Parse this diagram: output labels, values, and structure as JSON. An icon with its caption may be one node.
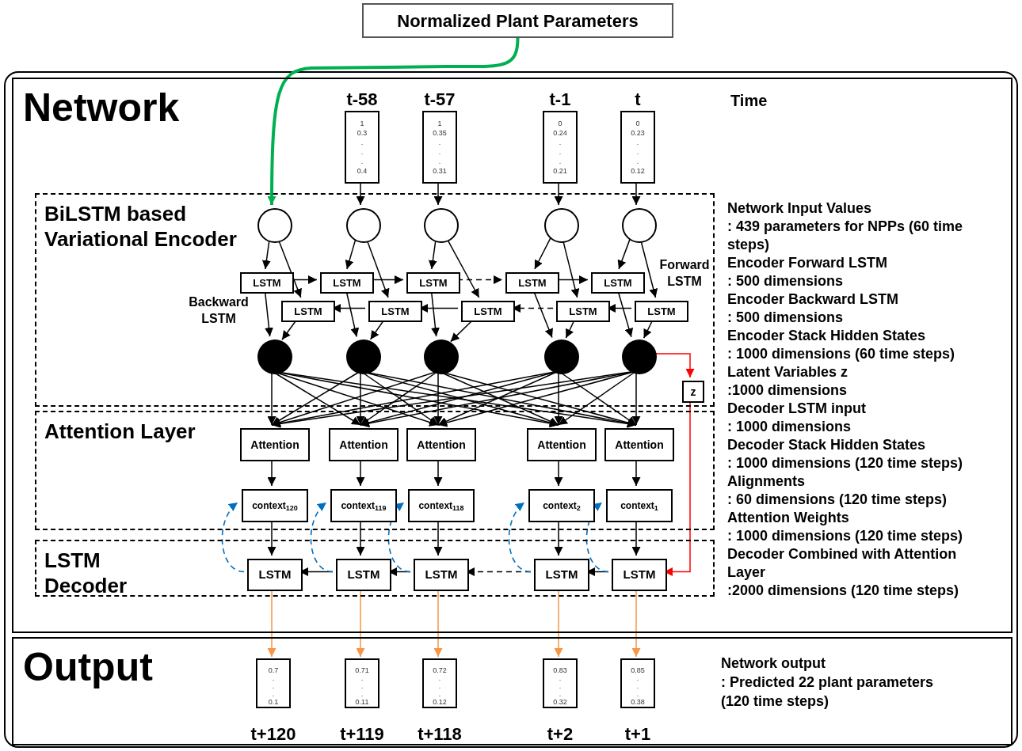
{
  "diagram": {
    "nodes": [
      {
        "text": [
          "Normalized Plant Parameters"
        ]
      },
      {
        "text": [
          "Network"
        ]
      },
      {
        "text": [
          "Output"
        ]
      },
      {
        "text": [
          "BiLSTM based Variational Encoder"
        ],
        "in": 1
      },
      {
        "text": [
          "Attention Layer"
        ],
        "in": 1
      },
      {
        "text": [
          "LSTM Decoder"
        ],
        "in": 1
      },
      {
        "text": [
          "t-58",
          "1 0.3 . . . 0.4"
        ],
        "in": 1
      },
      {
        "text": [
          "t-57",
          "1 0.35 . . . 0.31"
        ],
        "in": 1
      },
      {
        "text": [
          "t-1",
          "0 0.24 . . . 0.21"
        ],
        "in": 1
      },
      {
        "text": [
          "t",
          "0 0.23 . . . 0.12"
        ],
        "in": 1
      },
      {
        "text": [],
        "shape": "circle",
        "in": 3
      },
      {
        "text": [],
        "shape": "circle",
        "in": 3
      },
      {
        "text": [],
        "shape": "circle",
        "in": 3
      },
      {
        "text": [],
        "shape": "circle",
        "in": 3
      },
      {
        "text": [],
        "shape": "circle",
        "in": 3
      },
      {
        "text": [
          "LSTM"
        ],
        "in": 3
      },
      {
        "text": [
          "LSTM"
        ],
        "in": 3
      },
      {
        "text": [
          "LSTM"
        ],
        "in": 3
      },
      {
        "text": [
          "LSTM"
        ],
        "in": 3
      },
      {
        "text": [
          "LSTM"
        ],
        "in": 3
      },
      {
        "text": [
          "LSTM"
        ],
        "in": 3
      },
      {
        "text": [
          "LSTM"
        ],
        "in": 3
      },
      {
        "text": [
          "LSTM"
        ],
        "in": 3
      },
      {
        "text": [
          "LSTM"
        ],
        "in": 3
      },
      {
        "text": [
          "LSTM"
        ],
        "in": 3
      },
      {
        "text": [],
        "shape": "dot",
        "in": 3
      },
      {
        "text": [],
        "shape": "dot",
        "in": 3
      },
      {
        "text": [],
        "shape": "dot",
        "in": 3
      },
      {
        "text": [],
        "shape": "dot",
        "in": 3
      },
      {
        "text": [],
        "shape": "dot",
        "in": 3
      },
      {
        "text": [
          "z"
        ],
        "in": 3
      },
      {
        "text": [
          "Attention"
        ],
        "in": 4
      },
      {
        "text": [
          "Attention"
        ],
        "in": 4
      },
      {
        "text": [
          "Attention"
        ],
        "in": 4
      },
      {
        "text": [
          "Attention"
        ],
        "in": 4
      },
      {
        "text": [
          "Attention"
        ],
        "in": 4
      },
      {
        "text": [
          "context$_{120}$"
        ],
        "in": 4
      },
      {
        "text": [
          "context$_{119}$"
        ],
        "in": 4
      },
      {
        "text": [
          "context$_{118}$"
        ],
        "in": 4
      },
      {
        "text": [
          "context$_{2}$"
        ],
        "in": 4
      },
      {
        "text": [
          "context$_{1}$"
        ],
        "in": 4
      },
      {
        "text": [
          "LSTM"
        ],
        "in": 5
      },
      {
        "text": [
          "LSTM"
        ],
        "in": 5
      },
      {
        "text": [
          "LSTM"
        ],
        "in": 5
      },
      {
        "text": [
          "LSTM"
        ],
        "in": 5
      },
      {
        "text": [
          "LSTM"
        ],
        "in": 5
      },
      {
        "text": [
          "0.7 . . . 0.1",
          "t+120"
        ],
        "in": 2
      },
      {
        "text": [
          "0.71 . . . 0.11",
          "t+119"
        ],
        "in": 2
      },
      {
        "text": [
          "0.72 . . . 0.12",
          "t+118"
        ],
        "in": 2
      },
      {
        "text": [
          "0.83 . . . 0.32",
          "t+2"
        ],
        "in": 2
      },
      {
        "text": [
          "0.85 . . . 0.38",
          "t+1"
        ],
        "in": 2
      }
    ],
    "edges": [
      {
        "from": 0,
        "to": 10,
        "arrow": "to",
        "style": "thick",
        "color": "#00b050"
      },
      {
        "from": 6,
        "to": 11,
        "arrow": "to"
      },
      {
        "from": 7,
        "to": 12,
        "arrow": "to"
      },
      {
        "from": 8,
        "to": 13,
        "arrow": "to"
      },
      {
        "from": 9,
        "to": 14,
        "arrow": "to"
      },
      {
        "from": 10,
        "to": 15,
        "arrow": "to"
      },
      {
        "from": 10,
        "to": 20,
        "arrow": "to"
      },
      {
        "from": 11,
        "to": 16,
        "arrow": "to"
      },
      {
        "from": 11,
        "to": 21,
        "arrow": "to"
      },
      {
        "from": 12,
        "to": 17,
        "arrow": "to"
      },
      {
        "from": 12,
        "to": 22,
        "arrow": "to"
      },
      {
        "from": 13,
        "to": 18,
        "arrow": "to"
      },
      {
        "from": 13,
        "to": 23,
        "arrow": "to"
      },
      {
        "from": 14,
        "to": 19,
        "arrow": "to"
      },
      {
        "from": 14,
        "to": 24,
        "arrow": "to"
      },
      {
        "from": 15,
        "to": 16,
        "arrow": "to"
      },
      {
        "from": 16,
        "to": 17,
        "arrow": "to"
      },
      {
        "from": 17,
        "to": 18,
        "arrow": "to",
        "style": "dashed"
      },
      {
        "from": 18,
        "to": 19,
        "arrow": "to"
      },
      {
        "from": 24,
        "to": 23,
        "arrow": "to"
      },
      {
        "from": 23,
        "to": 22,
        "arrow": "to",
        "style": "dashed"
      },
      {
        "from": 22,
        "to": 21,
        "arrow": "to"
      },
      {
        "from": 21,
        "to": 20,
        "arrow": "to"
      },
      {
        "from": 15,
        "to": 25,
        "arrow": "to"
      },
      {
        "from": 20,
        "to": 25,
        "arrow": "to"
      },
      {
        "from": 16,
        "to": 26,
        "arrow": "to"
      },
      {
        "from": 21,
        "to": 26,
        "arrow": "to"
      },
      {
        "from": 17,
        "to": 27,
        "arrow": "to"
      },
      {
        "from": 22,
        "to": 27,
        "arrow": "to"
      },
      {
        "from": 18,
        "to": 28,
        "arrow": "to"
      },
      {
        "from": 23,
        "to": 28,
        "arrow": "to"
      },
      {
        "from": 19,
        "to": 29,
        "arrow": "to"
      },
      {
        "from": 24,
        "to": 29,
        "arrow": "to"
      },
      {
        "from": 25,
        "to": 31,
        "arrow": "to"
      },
      {
        "from": 25,
        "to": 32,
        "arrow": "to"
      },
      {
        "from": 25,
        "to": 33,
        "arrow": "to"
      },
      {
        "from": 25,
        "to": 34,
        "arrow": "to"
      },
      {
        "from": 25,
        "to": 35,
        "arrow": "to"
      },
      {
        "from": 26,
        "to": 31,
        "arrow": "to"
      },
      {
        "from": 26,
        "to": 32,
        "arrow": "to"
      },
      {
        "from": 26,
        "to": 33,
        "arrow": "to"
      },
      {
        "from": 26,
        "to": 34,
        "arrow": "to"
      },
      {
        "from": 26,
        "to": 35,
        "arrow": "to"
      },
      {
        "from": 27,
        "to": 31,
        "arrow": "to"
      },
      {
        "from": 27,
        "to": 32,
        "arrow": "to"
      },
      {
        "from": 27,
        "to": 33,
        "arrow": "to"
      },
      {
        "from": 27,
        "to": 34,
        "arrow": "to"
      },
      {
        "from": 27,
        "to": 35,
        "arrow": "to"
      },
      {
        "from": 28,
        "to": 31,
        "arrow": "to"
      },
      {
        "from": 28,
        "to": 32,
        "arrow": "to"
      },
      {
        "from": 28,
        "to": 33,
        "arrow": "to"
      },
      {
        "from": 28,
        "to": 34,
        "arrow": "to"
      },
      {
        "from": 28,
        "to": 35,
        "arrow": "to"
      },
      {
        "from": 29,
        "to": 31,
        "arrow": "to"
      },
      {
        "from": 29,
        "to": 32,
        "arrow": "to"
      },
      {
        "from": 29,
        "to": 33,
        "arrow": "to"
      },
      {
        "from": 29,
        "to": 34,
        "arrow": "to"
      },
      {
        "from": 29,
        "to": 35,
        "arrow": "to"
      },
      {
        "from": 29,
        "to": 30,
        "arrow": "to",
        "color": "#ff0000"
      },
      {
        "from": 30,
        "to": 45,
        "arrow": "to",
        "color": "#ff0000"
      },
      {
        "from": 31,
        "to": 36,
        "arrow": "to"
      },
      {
        "from": 32,
        "to": 37,
        "arrow": "to"
      },
      {
        "from": 33,
        "to": 38,
        "arrow": "to"
      },
      {
        "from": 34,
        "to": 39,
        "arrow": "to"
      },
      {
        "from": 35,
        "to": 40,
        "arrow": "to"
      },
      {
        "from": 36,
        "to": 41,
        "arrow": "to"
      },
      {
        "from": 37,
        "to": 42,
        "arrow": "to"
      },
      {
        "from": 38,
        "to": 43,
        "arrow": "to"
      },
      {
        "from": 39,
        "to": 44,
        "arrow": "to"
      },
      {
        "from": 40,
        "to": 45,
        "arrow": "to"
      },
      {
        "from": 45,
        "to": 44,
        "arrow": "to"
      },
      {
        "from": 44,
        "to": 43,
        "arrow": "to",
        "style": "dashed"
      },
      {
        "from": 43,
        "to": 42,
        "arrow": "to"
      },
      {
        "from": 42,
        "to": 41,
        "arrow": "to"
      },
      {
        "from": 41,
        "to": 36,
        "arrow": "to",
        "style": "dashed",
        "color": "#0070c0"
      },
      {
        "from": 42,
        "to": 37,
        "arrow": "to",
        "style": "dashed",
        "color": "#0070c0"
      },
      {
        "from": 43,
        "to": 38,
        "arrow": "to",
        "style": "dashed",
        "color": "#0070c0"
      },
      {
        "from": 44,
        "to": 39,
        "arrow": "to",
        "style": "dashed",
        "color": "#0070c0"
      },
      {
        "from": 45,
        "to": 40,
        "arrow": "to",
        "style": "dashed",
        "color": "#0070c0"
      },
      {
        "from": 41,
        "to": 46,
        "arrow": "to",
        "color": "#f79646"
      },
      {
        "from": 42,
        "to": 47,
        "arrow": "to",
        "color": "#f79646"
      },
      {
        "from": 43,
        "to": 48,
        "arrow": "to",
        "color": "#f79646"
      },
      {
        "from": 44,
        "to": 49,
        "arrow": "to",
        "color": "#f79646"
      },
      {
        "from": 45,
        "to": 50,
        "arrow": "to",
        "color": "#f79646"
      }
    ],
    "labels": [
      "Time",
      "Forward LSTM",
      "Backward LSTM",
      "Network Input Values",
      ": 439 parameters for NPPs (60 time steps)",
      "Encoder Forward LSTM",
      ": 500 dimensions",
      "Encoder Backward LSTM",
      ": 500 dimensions",
      "Encoder Stack Hidden States",
      ": 1000 dimensions (60 time steps)",
      "Latent Variables z",
      ":1000 dimensions",
      "Decoder LSTM input",
      ": 1000 dimensions",
      "Decoder Stack Hidden States",
      ": 1000 dimensions (120 time steps)",
      "Alignments",
      ": 60 dimensions (120 time steps)",
      "Attention Weights",
      ": 1000 dimensions (120 time steps)",
      "Decoder Combined with Attention Layer",
      ":2000 dimensions (120 time steps)",
      "Network output",
      ": Predicted 22 plant parameters (120 time steps)"
    ]
  }
}
